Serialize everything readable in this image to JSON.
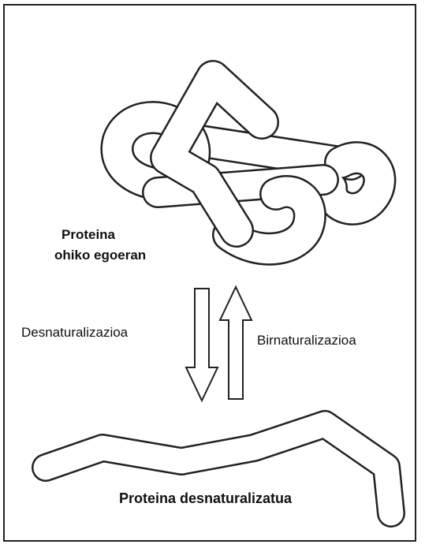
{
  "native_state": {
    "line1": "Proteina",
    "line2": "ohiko egoeran"
  },
  "process": {
    "denaturation": "Desnaturalizazioa",
    "renaturation": "Birnaturalizazioa"
  },
  "denatured_state": {
    "label": "Proteina desnaturalizatua"
  },
  "colors": {
    "line": "#222222",
    "background": "#ffffff"
  }
}
